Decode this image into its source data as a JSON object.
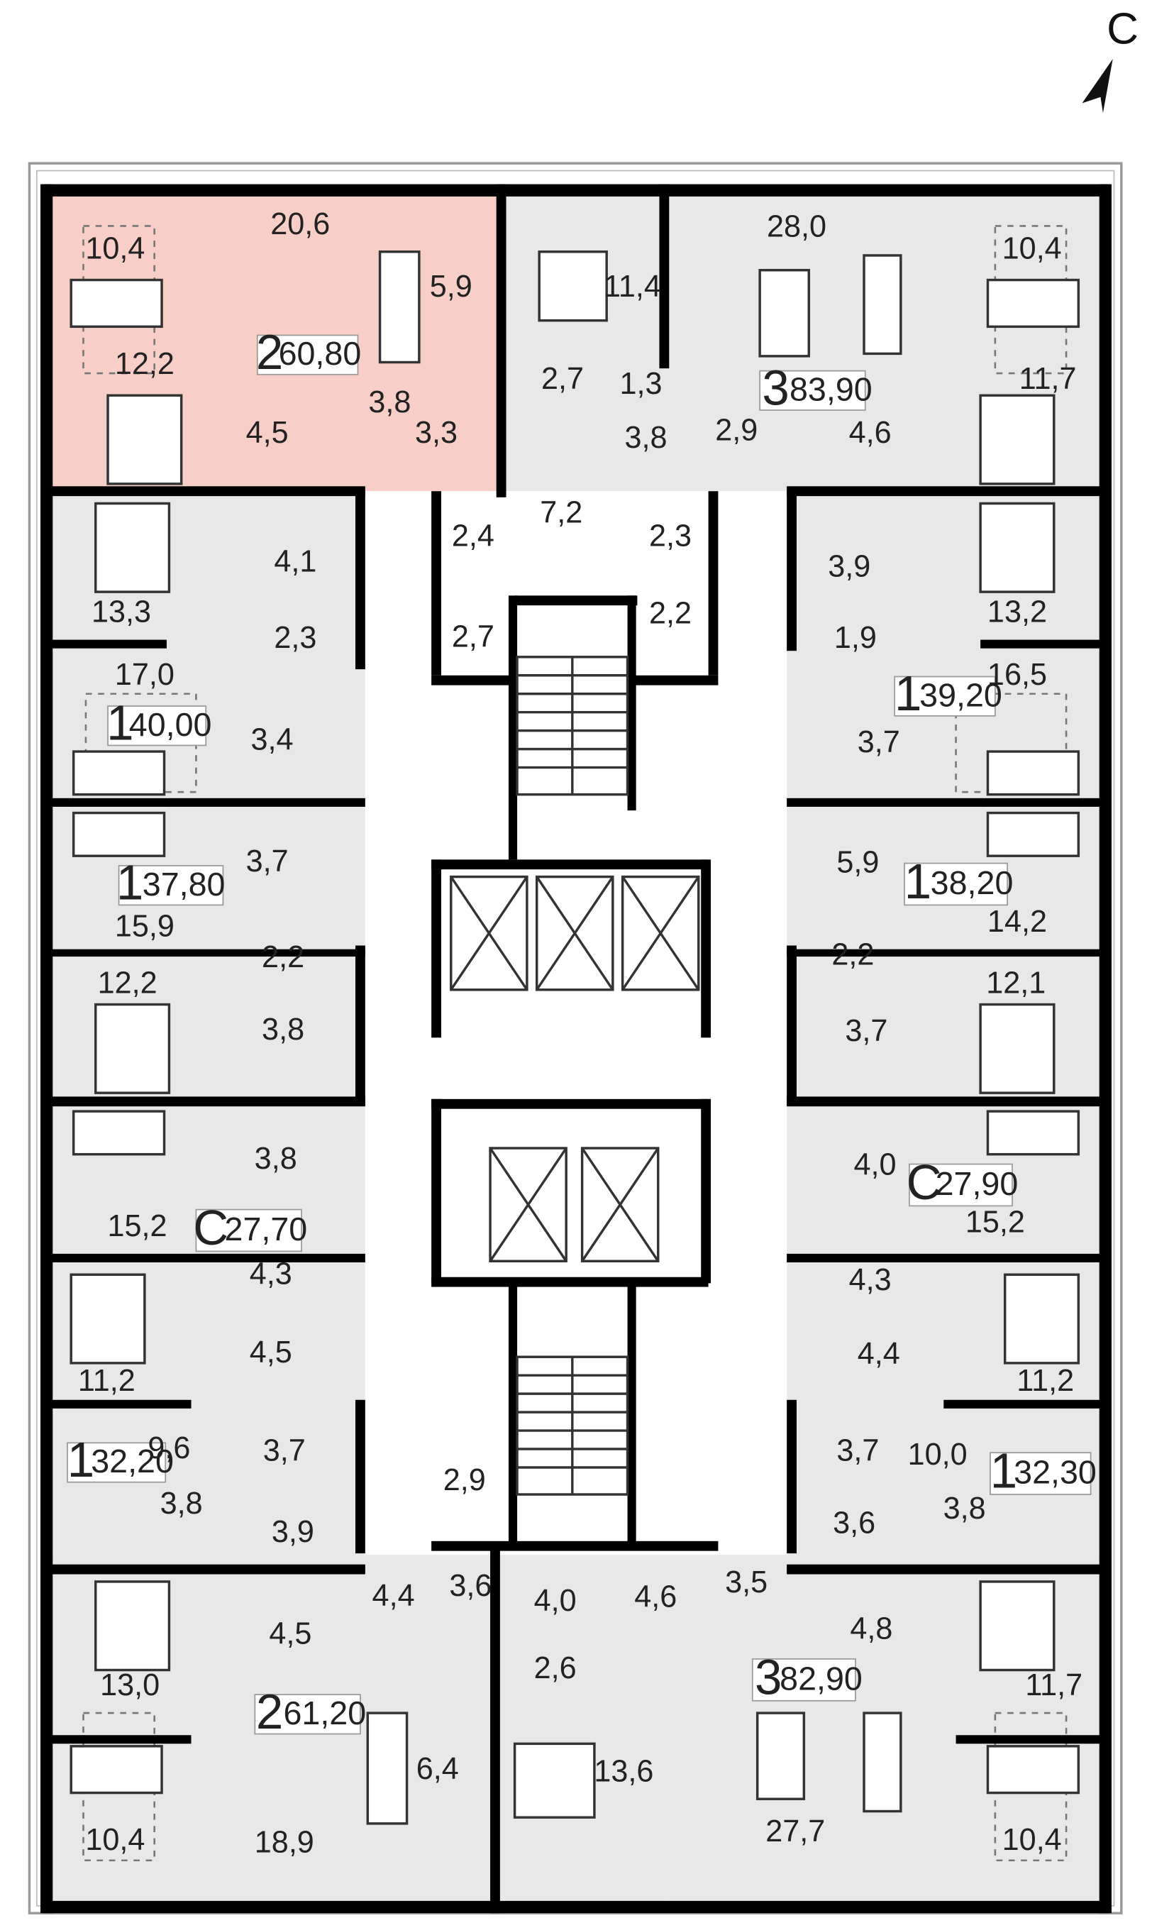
{
  "compass": {
    "letter": "С"
  },
  "colors": {
    "highlight": "#F7CFC6",
    "unit_fill": "#E8E8E8",
    "wall": "#000000",
    "outline": "#888888"
  },
  "apartments": [
    {
      "id": "nw",
      "rooms": "2",
      "area": "60,80",
      "highlighted": true
    },
    {
      "id": "w1",
      "rooms": "1",
      "area": "40,00",
      "highlighted": false
    },
    {
      "id": "w2",
      "rooms": "1",
      "area": "37,80",
      "highlighted": false
    },
    {
      "id": "w3",
      "rooms": "С",
      "area": "27,70",
      "highlighted": false
    },
    {
      "id": "w4",
      "rooms": "1",
      "area": "32,20",
      "highlighted": false
    },
    {
      "id": "sw",
      "rooms": "2",
      "area": "61,20",
      "highlighted": false
    },
    {
      "id": "ne",
      "rooms": "3",
      "area": "83,90",
      "highlighted": false
    },
    {
      "id": "e1",
      "rooms": "1",
      "area": "39,20",
      "highlighted": false
    },
    {
      "id": "e2",
      "rooms": "1",
      "area": "38,20",
      "highlighted": false
    },
    {
      "id": "e3",
      "rooms": "С",
      "area": "27,90",
      "highlighted": false
    },
    {
      "id": "e4",
      "rooms": "1",
      "area": "32,30",
      "highlighted": false
    },
    {
      "id": "se",
      "rooms": "3",
      "area": "82,90",
      "highlighted": false
    }
  ],
  "room_areas": [
    "10,4",
    "20,6",
    "5,9",
    "12,2",
    "4,5",
    "3,8",
    "3,3",
    "11,4",
    "2,7",
    "1,3",
    "3,8",
    "7,2",
    "2,9",
    "28,0",
    "10,4",
    "11,7",
    "4,6",
    "2,4",
    "2,7",
    "2,3",
    "2,2",
    "13,3",
    "4,1",
    "2,3",
    "17,0",
    "3,4",
    "3,7",
    "15,9",
    "12,2",
    "2,2",
    "3,8",
    "3,8",
    "15,2",
    "4,3",
    "4,5",
    "11,2",
    "9,6",
    "3,7",
    "3,8",
    "3,9",
    "13,2",
    "3,9",
    "1,9",
    "16,5",
    "3,7",
    "5,9",
    "14,2",
    "2,2",
    "12,1",
    "3,7",
    "4,0",
    "15,2",
    "4,3",
    "4,4",
    "11,2",
    "3,7",
    "10,0",
    "3,8",
    "3,6",
    "2,9",
    "4,4",
    "3,6",
    "4,0",
    "4,6",
    "3,5",
    "4,5",
    "2,6",
    "13,0",
    "6,4",
    "18,9",
    "10,4",
    "13,6",
    "27,7",
    "4,8",
    "11,7",
    "10,4"
  ]
}
